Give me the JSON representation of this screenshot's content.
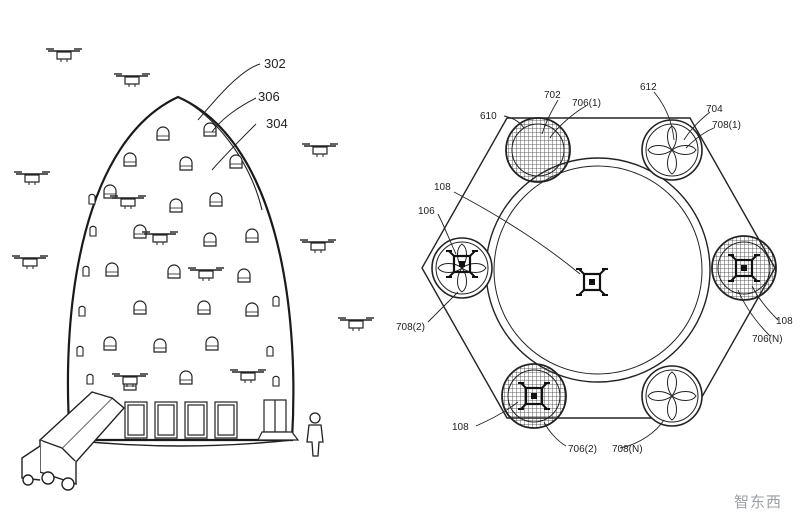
{
  "left_figure": {
    "labels": {
      "outer": "302",
      "window": "306",
      "wall": "304"
    }
  },
  "right_figure": {
    "labels": {
      "top_left_station": "702",
      "top_left_bay": "706(1)",
      "top_left_ring": "610",
      "top_right_ring": "612",
      "top_right_station": "704",
      "top_right_bay": "708(1)",
      "drone_center": "108",
      "drone_left": "106",
      "left_bay": "708(2)",
      "drone_right": "108",
      "right_bay": "706(N)",
      "drone_bottom_left": "108",
      "bottom_left_bay": "706(2)",
      "bottom_right_bay": "708(N)"
    }
  },
  "watermark": "智东西",
  "colors": {
    "line": "#222222",
    "watermark": "#9aa0a6"
  }
}
